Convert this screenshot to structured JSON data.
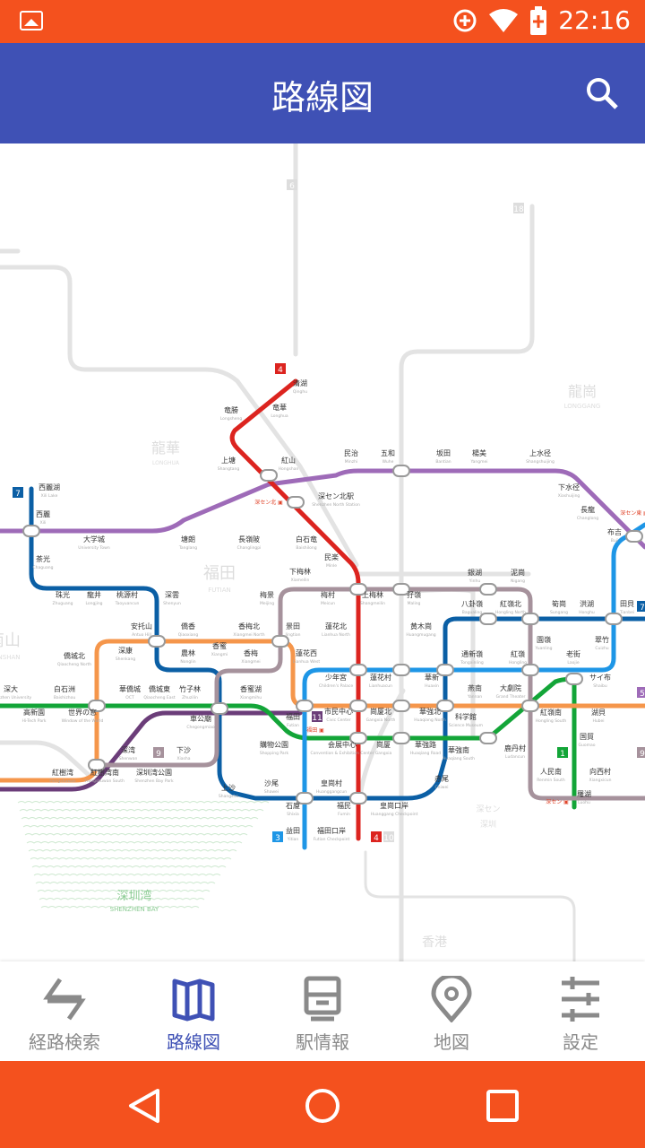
{
  "status_bar": {
    "time": "22:16",
    "icons": [
      "image-icon",
      "data-saver-icon",
      "wifi-icon",
      "battery-charging-icon"
    ]
  },
  "app_bar": {
    "title": "路線図",
    "search_icon": "search-icon"
  },
  "colors": {
    "status": "#f4511e",
    "appbar": "#3f51b5",
    "line1": "#13a538",
    "line2": "#f5964b",
    "line3": "#1e96e6",
    "line4": "#dc241f",
    "line5": "#9e6bb8",
    "line7": "#0b5fa5",
    "line9": "#a6929c",
    "line11": "#6b3d79",
    "inactive": "#e3e3e3"
  },
  "map": {
    "districts": [
      "龍華",
      "LONGHUA",
      "福田",
      "FUTIAN",
      "龍崗",
      "LONGGANG",
      "南山",
      "NANSHAN",
      "深圳湾",
      "SHENZHEN BAY",
      "香港",
      "深セン",
      "深圳"
    ],
    "line_badges": [
      "4",
      "7",
      "11",
      "9",
      "3",
      "4",
      "10",
      "1",
      "5",
      "7",
      "9",
      "18",
      "6"
    ],
    "poi": [
      "深セン北",
      "深セン東",
      "深セン",
      "福田"
    ],
    "stations": [
      [
        "清湖",
        "Qinghu"
      ],
      [
        "竜華",
        "Longhua"
      ],
      [
        "竜勝",
        "Longsheng"
      ],
      [
        "上塘",
        "Shangtang"
      ],
      [
        "紅山",
        "Hongshan"
      ],
      [
        "民治",
        "Minzhi"
      ],
      [
        "五和",
        "Wuhe"
      ],
      [
        "深セン北駅",
        "Shenzhen North Station"
      ],
      [
        "白石竜",
        "Baishilong"
      ],
      [
        "民楽",
        "Minle"
      ],
      [
        "下梅林",
        "Xiameilin"
      ],
      [
        "坂田",
        "Bantian"
      ],
      [
        "楊美",
        "Yangmei"
      ],
      [
        "上水径",
        "Shangshuijing"
      ],
      [
        "下水径",
        "Xiashuijing"
      ],
      [
        "長龍",
        "Changlong"
      ],
      [
        "布吉",
        "Buji"
      ],
      [
        "西麗湖",
        "Xili Lake"
      ],
      [
        "西麗",
        "Xili"
      ],
      [
        "大学城",
        "University Town"
      ],
      [
        "塘朗",
        "Tanglang"
      ],
      [
        "長嶺陂",
        "Changlingpi"
      ],
      [
        "茶光",
        "Chaguang"
      ],
      [
        "珠光",
        "Zhuguang"
      ],
      [
        "龍井",
        "Longjing"
      ],
      [
        "桃源村",
        "Taoyuancun"
      ],
      [
        "深雲",
        "Shenyun"
      ],
      [
        "梅景",
        "Meijing"
      ],
      [
        "梅村",
        "Meicun"
      ],
      [
        "上梅林",
        "Shangmeilin"
      ],
      [
        "孖嶺",
        "Maling"
      ],
      [
        "銀湖",
        "Yinhu"
      ],
      [
        "泥崗",
        "Nigang"
      ],
      [
        "安托山",
        "Antuo Hill"
      ],
      [
        "僑香",
        "Qiaoxiang"
      ],
      [
        "香梅北",
        "Xiangmei North"
      ],
      [
        "景田",
        "Jingtian"
      ],
      [
        "蓮花北",
        "Lianhua North"
      ],
      [
        "八卦嶺",
        "Bagualing"
      ],
      [
        "紅嶺北",
        "Hongling North"
      ],
      [
        "筍崗",
        "Sungang"
      ],
      [
        "洪湖",
        "Honghu"
      ],
      [
        "田貝",
        "Tianbei"
      ],
      [
        "黄木崗",
        "Huangmugang"
      ],
      [
        "園嶺",
        "Yuanling"
      ],
      [
        "翠竹",
        "Cuizhu"
      ],
      [
        "僑城北",
        "Qiaocheng North"
      ],
      [
        "深康",
        "Shenkang"
      ],
      [
        "農林",
        "Nonglin"
      ],
      [
        "香蜜",
        "Xiangmi"
      ],
      [
        "香梅",
        "Xiangmei"
      ],
      [
        "蓮花西",
        "Lianhua West"
      ],
      [
        "通新嶺",
        "Tongxinling"
      ],
      [
        "紅嶺",
        "Hongling"
      ],
      [
        "老街",
        "Laojie"
      ],
      [
        "少年宮",
        "Children's Palace"
      ],
      [
        "蓮花村",
        "Lianhuacun"
      ],
      [
        "華新",
        "Huaxin"
      ],
      [
        "燕南",
        "Yannan"
      ],
      [
        "大劇院",
        "Grand Theater"
      ],
      [
        "サイ布",
        "Shaibu"
      ],
      [
        "深大",
        "Shenzhen University"
      ],
      [
        "白石洲",
        "Baishizhou"
      ],
      [
        "華僑城",
        "OCT"
      ],
      [
        "僑城東",
        "Qiaocheng East"
      ],
      [
        "竹子林",
        "Zhuzilin"
      ],
      [
        "香蜜湖",
        "Xiangmihu"
      ],
      [
        "高新園",
        "Hi-Tech Park"
      ],
      [
        "世界の窓",
        "Window of the World"
      ],
      [
        "車公廟",
        "Chegongmiao"
      ],
      [
        "福田",
        "Futian"
      ],
      [
        "市民中心",
        "Civic Center"
      ],
      [
        "崗厦北",
        "Gangxia North"
      ],
      [
        "華強北",
        "Huaqiang North"
      ],
      [
        "科学館",
        "Science Museum"
      ],
      [
        "紅嶺南",
        "Hongling South"
      ],
      [
        "湖貝",
        "Hubei"
      ],
      [
        "購物公園",
        "Shopping Park"
      ],
      [
        "会展中心",
        "Convention & Exhibition Center"
      ],
      [
        "崗厦",
        "Gangxia"
      ],
      [
        "華強路",
        "Huaqiang Road"
      ],
      [
        "華強南",
        "Huaqiang South"
      ],
      [
        "鹿丹村",
        "Ludancun"
      ],
      [
        "国貿",
        "Guomao"
      ],
      [
        "深湾",
        "Shenwan"
      ],
      [
        "下沙",
        "Xiasha"
      ],
      [
        "紅樹湾",
        "Hongshuwan"
      ],
      [
        "紅樹湾南",
        "Hongshuwan South"
      ],
      [
        "深圳湾公園",
        "Shenzhen Bay Park"
      ],
      [
        "人民南",
        "Renmin South"
      ],
      [
        "向西村",
        "Xiangxicun"
      ],
      [
        "上沙",
        "Shangsha"
      ],
      [
        "沙尾",
        "Shawei"
      ],
      [
        "皇崗村",
        "Huanggangcun"
      ],
      [
        "赤尾",
        "Chiwei"
      ],
      [
        "石廈",
        "Shixia"
      ],
      [
        "福民",
        "Fumin"
      ],
      [
        "皇崗口岸",
        "Huanggang Checkpoint"
      ],
      [
        "羅湖",
        "Luohu"
      ],
      [
        "益田",
        "Yitian"
      ],
      [
        "福田口岸",
        "Futian Checkpoint"
      ]
    ]
  },
  "bottom_nav": [
    {
      "label": "経路検索",
      "icon": "route-search-icon",
      "active": false
    },
    {
      "label": "路線図",
      "icon": "map-fold-icon",
      "active": true
    },
    {
      "label": "駅情報",
      "icon": "train-icon",
      "active": false
    },
    {
      "label": "地図",
      "icon": "location-pin-icon",
      "active": false
    },
    {
      "label": "設定",
      "icon": "sliders-icon",
      "active": false
    }
  ],
  "system_nav": [
    "back-icon",
    "home-icon",
    "recents-icon"
  ]
}
